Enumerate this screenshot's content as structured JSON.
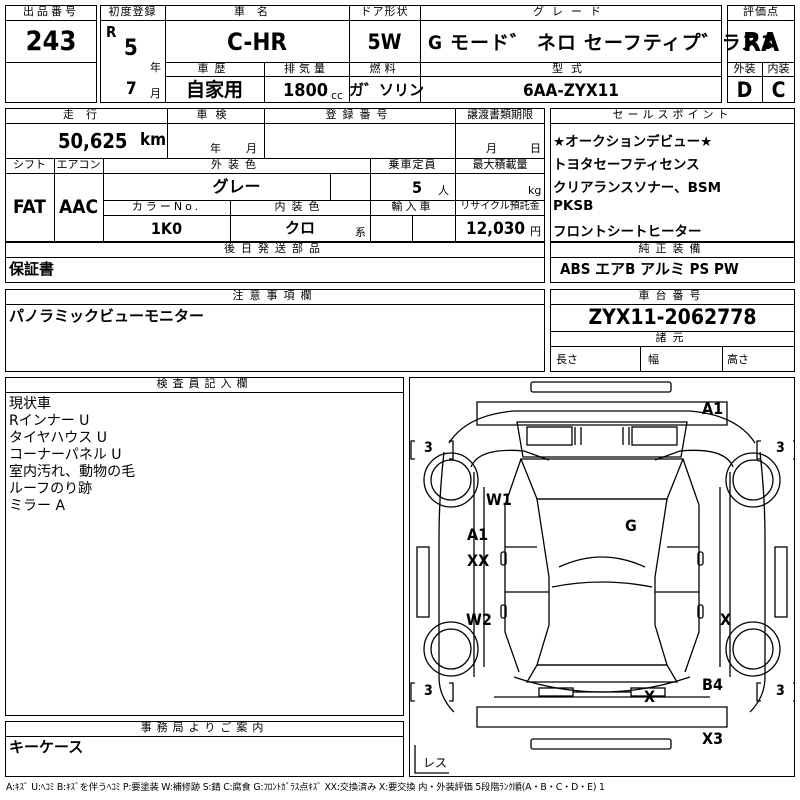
{
  "header": {
    "lot_label": "出品番号",
    "lot_number": "243",
    "first_reg_label": "初度登録",
    "era": "R",
    "era_year": "5",
    "year_unit": "年",
    "month": "7",
    "month_unit": "月",
    "car_name_label": "車名",
    "car_name": "C-HR",
    "door_label": "ドア形状",
    "door": "5W",
    "grade_label": "グレード",
    "grade": "G モード゛ ネロ セーフティプ゛ラス3",
    "score_label": "評価点",
    "score": "RA",
    "history_label": "車歴",
    "history": "自家用",
    "displacement_label": "排気量",
    "displacement": "1800",
    "displacement_unit": "cc",
    "fuel_label": "燃料",
    "fuel": "ガ゛ソリン",
    "model_label": "型式",
    "model": "6AA-ZYX11",
    "exterior_grade_label": "外装",
    "exterior_grade": "D",
    "interior_grade_label": "内装",
    "interior_grade": "C"
  },
  "row2": {
    "mileage_label": "走行",
    "mileage": "50,625",
    "mileage_unit": "km",
    "inspection_label": "車検",
    "insp_year_unit": "年",
    "insp_month_unit": "月",
    "reg_number_label": "登録番号",
    "transfer_deadline_label": "譲渡書類期限",
    "transfer_month_unit": "月",
    "transfer_day_unit": "日",
    "shift_label": "シフト",
    "shift": "FAT",
    "ac_label": "エアコン",
    "ac": "AAC",
    "color_label": "外装色",
    "color": "グレー",
    "capacity_label": "乗車定員",
    "capacity": "5",
    "capacity_unit": "人",
    "max_load_label": "最大積載量",
    "max_load_unit": "kg",
    "color_no_label": "カラーNo.",
    "color_no": "1K0",
    "interior_color_label": "内装色",
    "interior_color": "クロ",
    "interior_color_suffix": "系",
    "import_label": "輸入車",
    "recycle_label": "リサイクル預託金",
    "recycle": "12,030",
    "recycle_unit": "円"
  },
  "sales_points": {
    "label": "セールスポイント",
    "items": [
      "★オークションデビュー★",
      "トヨタセーフティセンス",
      "クリアランスソナー、BSM",
      "PKSB",
      "フロントシートヒーター"
    ]
  },
  "later_parts": {
    "label": "後日発送部品",
    "value": "保証書"
  },
  "equipment": {
    "label": "純正装備",
    "value": "ABS エアB アルミ PS PW"
  },
  "notes": {
    "label": "注意事項欄",
    "value": "パノラミックビューモニター"
  },
  "chassis": {
    "label": "車台番号",
    "value": "ZYX11-2062778",
    "dims_label": "諸元",
    "length_label": "長さ",
    "width_label": "幅",
    "height_label": "高さ"
  },
  "inspector": {
    "label": "検査員記入欄",
    "lines": [
      "現状車",
      "Rインナー U",
      "タイヤハウス U",
      "コーナーパネル U",
      "室内汚れ、動物の毛",
      "ルーフのり跡",
      "ミラー A"
    ]
  },
  "office": {
    "label": "事務局よりご案内",
    "value": "キーケース"
  },
  "diagram": {
    "marks": {
      "a1_top": "A1",
      "w1": "W1",
      "g": "G",
      "a1_left": "A1",
      "xx": "XX",
      "w2": "W2",
      "x_right": "X",
      "x_rear": "X",
      "b4": "B4",
      "x3": "X3"
    },
    "tire_labels": {
      "fl": "3",
      "fr": "3",
      "rl": "3",
      "rr": "3"
    },
    "spare": "レス"
  },
  "legend": "A:ｷｽﾞ U:ﾍｺﾐ B:ｷｽﾞを伴うﾍｺﾐ P:要塗装 W:補修跡 S:錆 C:腐食 G:ﾌﾛﾝﾄｶﾞﾗｽ点ｷｽﾞ XX:交換済み X:要交換 内・外装評価 5段階ﾗﾝｸ順(A・B・C・D・E) 1"
}
